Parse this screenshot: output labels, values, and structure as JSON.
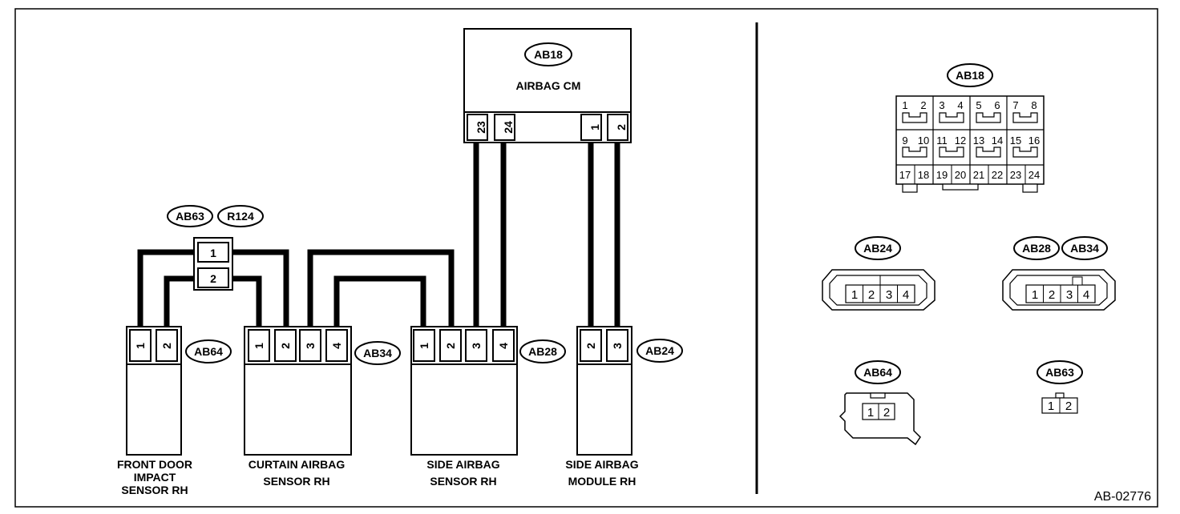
{
  "figure_id": "AB-02776",
  "modules": {
    "airbag_cm": {
      "connector": "AB18",
      "name": "AIRBAG CM",
      "pins": [
        "23",
        "24",
        "1",
        "2"
      ]
    },
    "joint": {
      "connectors": [
        "AB63",
        "R124"
      ],
      "pins": [
        "1",
        "2"
      ]
    },
    "front_door": {
      "connector": "AB64",
      "pins": [
        "1",
        "2"
      ],
      "name_lines": [
        "FRONT DOOR",
        "IMPACT",
        "SENSOR RH"
      ]
    },
    "curtain": {
      "connector": "AB34",
      "pins": [
        "1",
        "2",
        "3",
        "4"
      ],
      "name_lines": [
        "CURTAIN AIRBAG",
        "SENSOR RH"
      ]
    },
    "side_sensor": {
      "connector": "AB28",
      "pins": [
        "1",
        "2",
        "3",
        "4"
      ],
      "name_lines": [
        "SIDE AIRBAG",
        "SENSOR RH"
      ]
    },
    "side_module": {
      "connector": "AB24",
      "pins": [
        "2",
        "3"
      ],
      "name_lines": [
        "SIDE AIRBAG",
        "MODULE RH"
      ]
    }
  },
  "connector_views": {
    "ab18": {
      "label": "AB18",
      "pins": [
        "1",
        "2",
        "3",
        "4",
        "5",
        "6",
        "7",
        "8",
        "9",
        "10",
        "11",
        "12",
        "13",
        "14",
        "15",
        "16",
        "17",
        "18",
        "19",
        "20",
        "21",
        "22",
        "23",
        "24"
      ]
    },
    "ab24": {
      "label": "AB24",
      "pins": [
        "1",
        "2",
        "3",
        "4"
      ]
    },
    "ab28_34": {
      "labels": [
        "AB28",
        "AB34"
      ],
      "pins": [
        "1",
        "2",
        "3",
        "4"
      ]
    },
    "ab64": {
      "label": "AB64",
      "pins": [
        "1",
        "2"
      ]
    },
    "ab63": {
      "label": "AB63",
      "pins": [
        "1",
        "2"
      ]
    }
  }
}
